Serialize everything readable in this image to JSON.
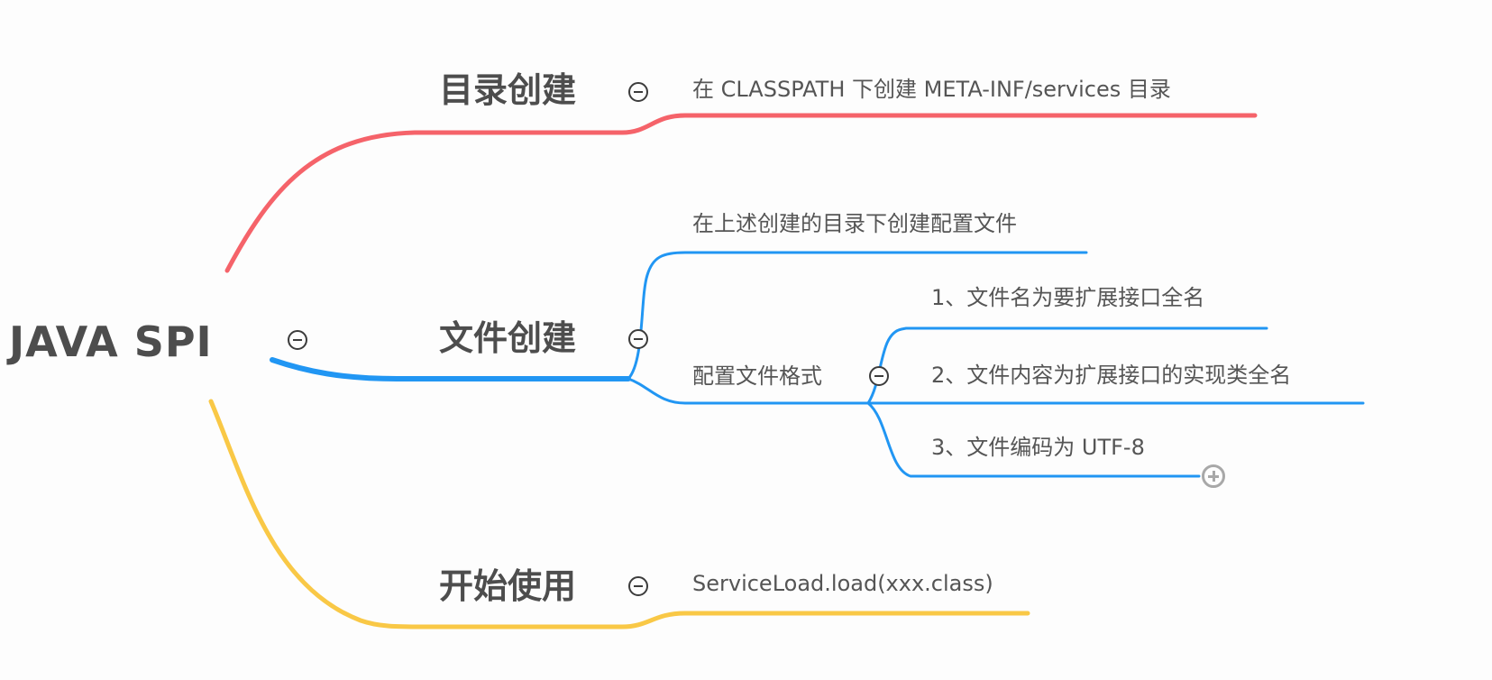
{
  "colors": {
    "branch_red": "#f5636a",
    "branch_blue": "#2196f3",
    "branch_yellow": "#f9c846",
    "text_dark": "#4d4d4d",
    "text_sub": "#555555",
    "toggle_dark": "#3c3c3c",
    "toggle_light": "#a8a8a8"
  },
  "root": {
    "label": "JAVA SPI",
    "toggle": "collapse"
  },
  "branches": [
    {
      "label": "目录创建",
      "color": "red",
      "toggle": "collapse",
      "children": [
        {
          "label": "在 CLASSPATH 下创建 META-INF/services 目录"
        }
      ]
    },
    {
      "label": "文件创建",
      "color": "blue",
      "toggle": "collapse",
      "children": [
        {
          "label": "在上述创建的目录下创建配置文件"
        },
        {
          "label": "配置文件格式",
          "toggle": "collapse",
          "children": [
            {
              "label": "1、文件名为要扩展接口全名"
            },
            {
              "label": "2、文件内容为扩展接口的实现类全名"
            },
            {
              "label": "3、文件编码为 UTF-8",
              "toggle": "expand"
            }
          ]
        }
      ]
    },
    {
      "label": "开始使用",
      "color": "yellow",
      "toggle": "collapse",
      "children": [
        {
          "label": "ServiceLoad.load(xxx.class)"
        }
      ]
    }
  ]
}
